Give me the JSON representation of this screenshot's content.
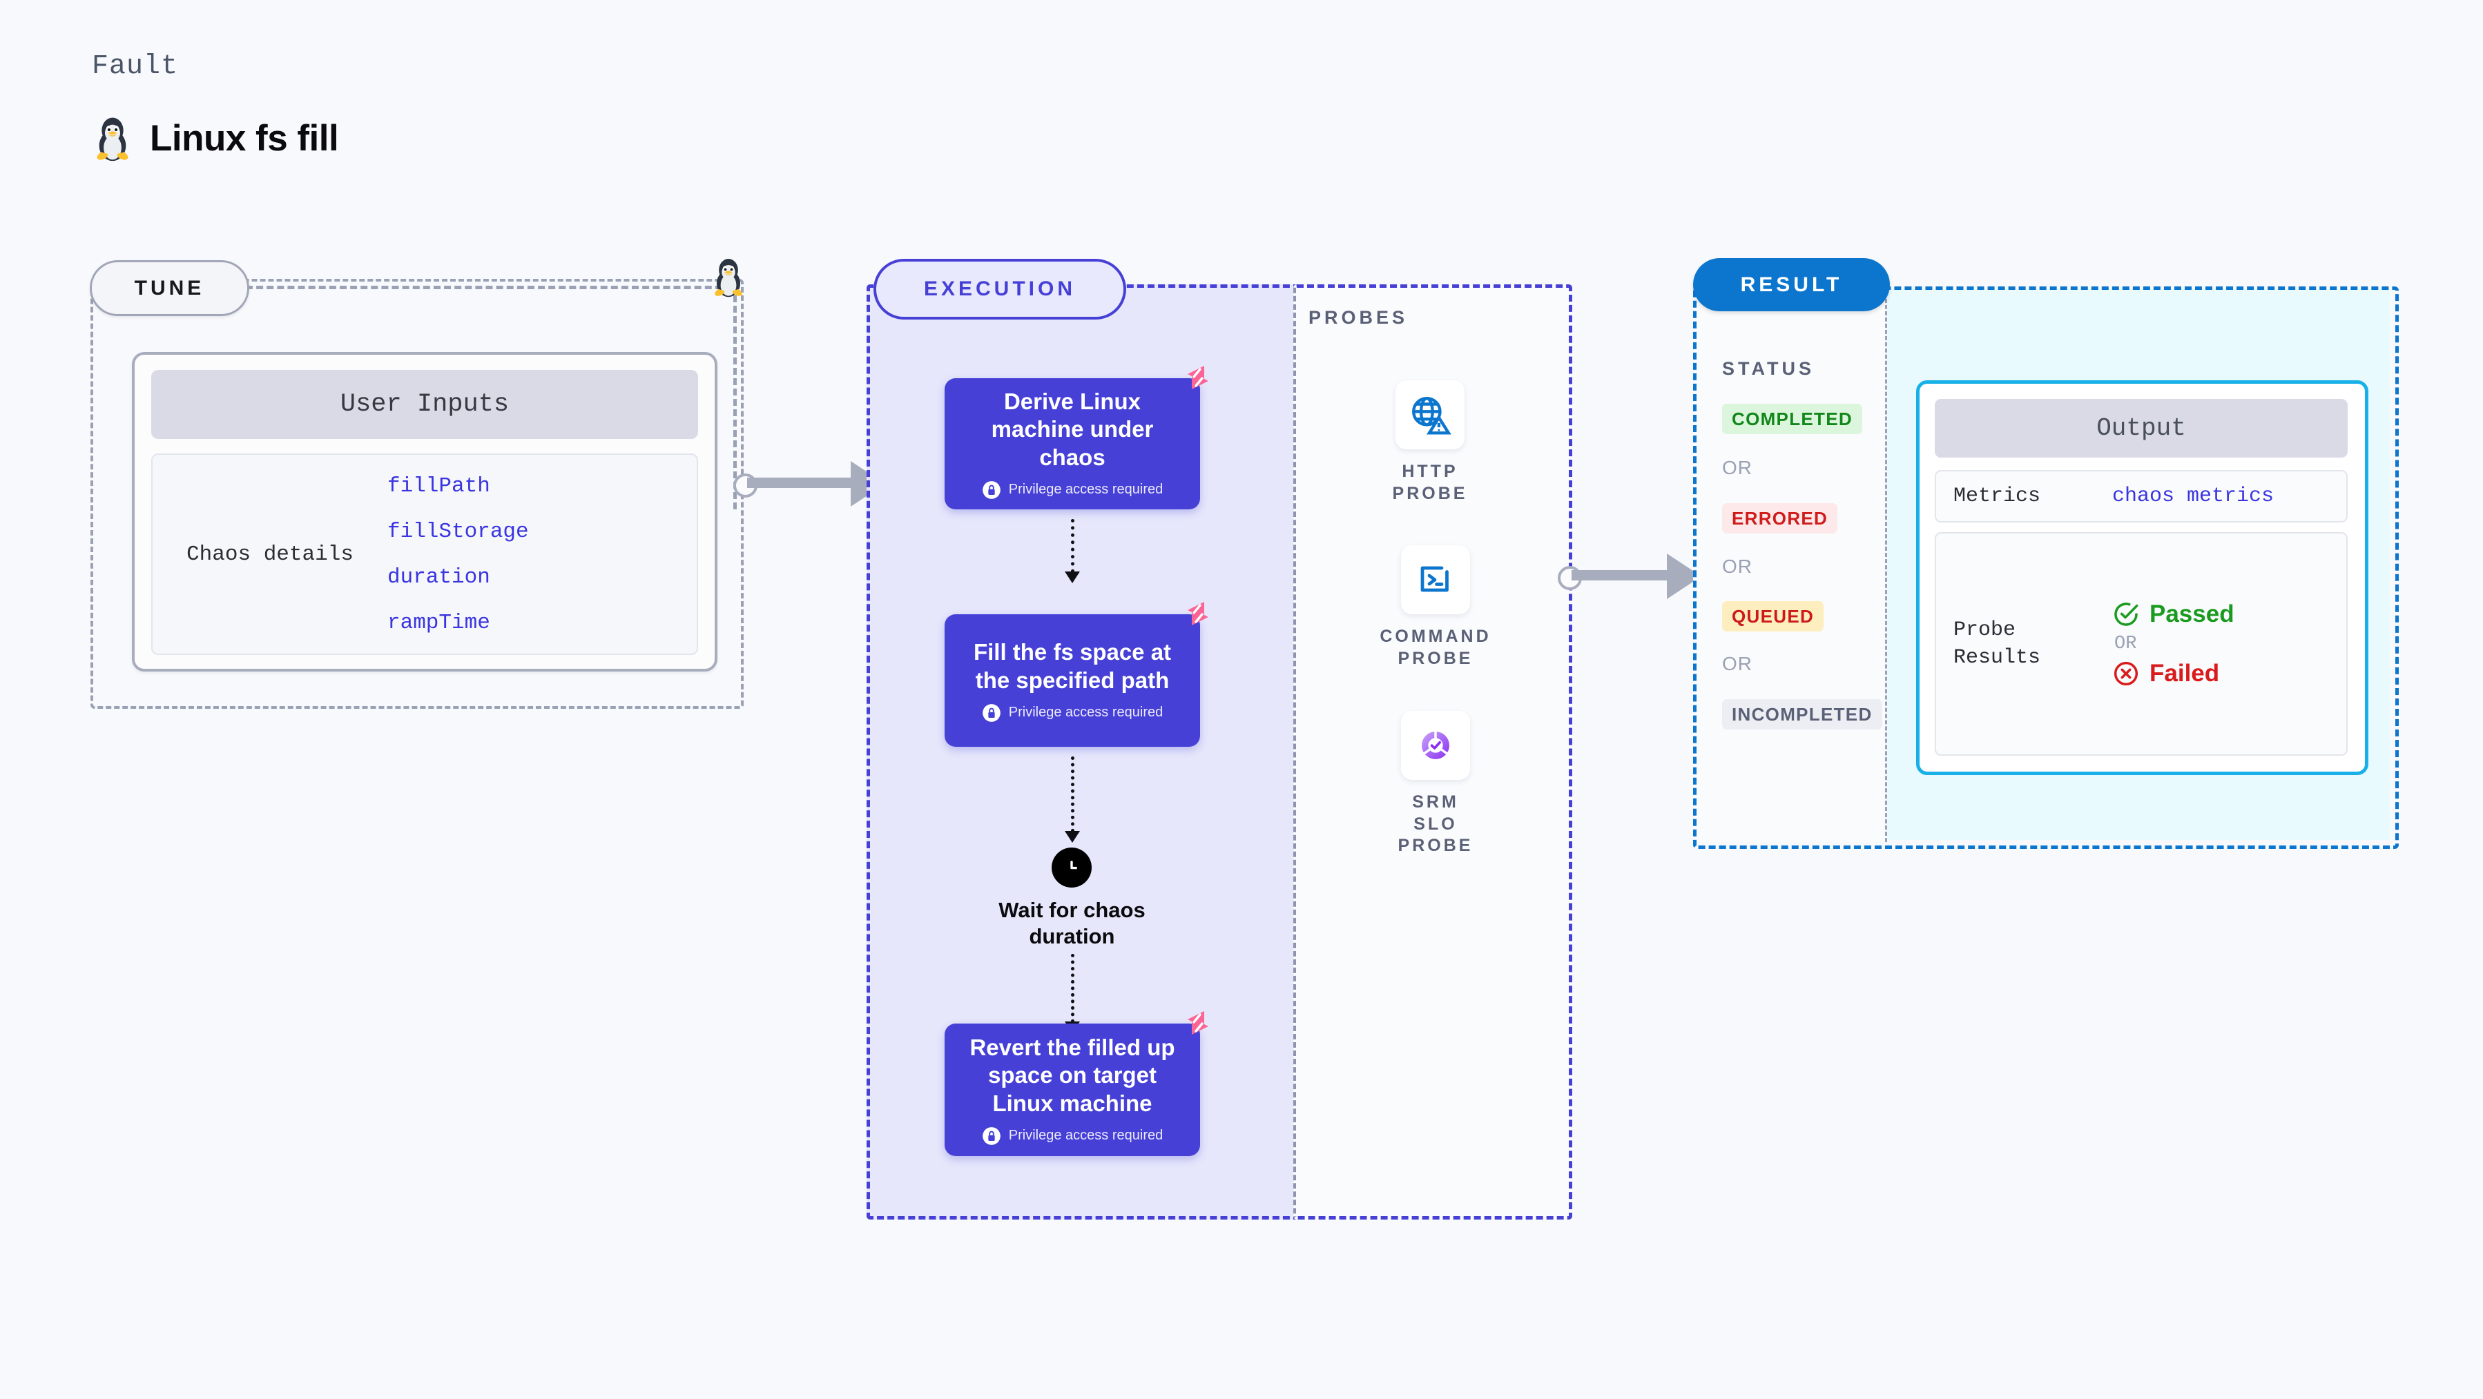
{
  "header": {
    "fault_label": "Fault",
    "fault_title": "Linux fs fill",
    "tux_icon": "linux-penguin-icon"
  },
  "tune": {
    "pill_label": "TUNE",
    "card_header": "User Inputs",
    "details_label": "Chaos details",
    "fields": [
      "fillPath",
      "fillStorage",
      "duration",
      "rampTime"
    ],
    "penguin_icon": "linux-penguin-icon"
  },
  "execution": {
    "pill_label": "EXECUTION",
    "privilege_text": "Privilege access required",
    "lock_icon": "lock-icon",
    "badge_icon": "harness-chaos-badge-icon",
    "steps": [
      {
        "title": "Derive Linux machine under chaos",
        "privilege": true
      },
      {
        "title": "Fill the fs space at the specified path",
        "privilege": true
      }
    ],
    "wait": {
      "icon": "clock-icon",
      "label": "Wait for chaos duration"
    },
    "final_step": {
      "title": "Revert the filled up space on target Linux machine",
      "privilege": true
    }
  },
  "probes": {
    "title": "PROBES",
    "items": [
      {
        "label": "HTTP PROBE",
        "icon": "globe-warning-icon",
        "color": "#0c76ce"
      },
      {
        "label": "COMMAND PROBE",
        "icon": "terminal-icon",
        "color": "#0c76ce"
      },
      {
        "label": "SRM SLO PROBE",
        "icon": "srm-slo-icon",
        "color": "#9b4ff5"
      }
    ]
  },
  "result": {
    "pill_label": "RESULT",
    "status_title": "STATUS",
    "or_label": "OR",
    "statuses": [
      {
        "label": "COMPLETED",
        "bg": "#dcf5dd",
        "fg": "#12871a"
      },
      {
        "label": "ERRORED",
        "bg": "#fde9e9",
        "fg": "#d01b1b"
      },
      {
        "label": "QUEUED",
        "bg": "#fdeebf",
        "fg": "#cc1a1a"
      },
      {
        "label": "INCOMPLETED",
        "bg": "#eceef4",
        "fg": "#5a6076"
      }
    ],
    "output": {
      "header": "Output",
      "metrics_key": "Metrics",
      "metrics_value": "chaos metrics",
      "probe_results_key": "Probe Results",
      "passed_label": "Passed",
      "failed_label": "Failed",
      "or_label": "OR",
      "pass_icon": "check-circle-icon",
      "fail_icon": "x-circle-icon"
    }
  },
  "colors": {
    "execution_purple": "#4640d6",
    "result_blue": "#0c76ce",
    "output_cyan": "#17b0e8",
    "badge_pink": "#fa6596",
    "link_blue": "#3a35e0"
  }
}
